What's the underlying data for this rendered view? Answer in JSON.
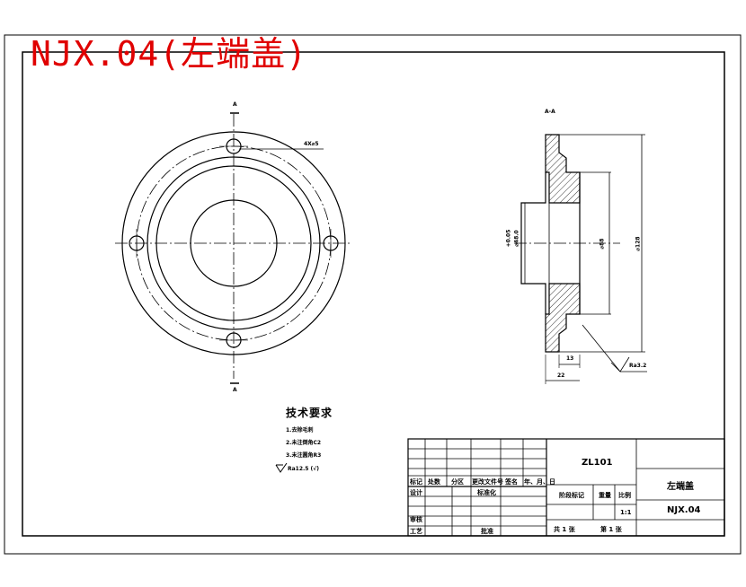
{
  "drawing_title": "NJX.04(左端盖)",
  "section_label": "A-A",
  "front_view": {
    "cut_mark_top": "A",
    "cut_mark_bottom": "A",
    "hole_callout": "4X⌀5"
  },
  "section_dims": {
    "bore": "⌀48.0",
    "bore_tol": "+0.05",
    "inner_dia": "⌀88",
    "outer_dia": "⌀128",
    "step_len": "13",
    "total_len": "22",
    "roughness": "Ra3.2"
  },
  "notes": {
    "title": "技术要求",
    "items": [
      "1.去除毛刺",
      "2.未注倒角C2",
      "3.未注圆角R3"
    ],
    "surface_finish": "Ra12.5 (√)"
  },
  "title_block": {
    "drawing_no_top": "ZL101",
    "part_name": "左端盖",
    "drawing_no": "NJX.04",
    "headers": [
      "标记",
      "处数",
      "分区",
      "更改文件号",
      "签名",
      "年、月、日"
    ],
    "design": "设计",
    "standardize": "标准化",
    "review": "审核",
    "process": "工艺",
    "approve": "批准",
    "stage_mark": "阶段标记",
    "weight": "重量",
    "scale": "比例",
    "scale_value": "1:1",
    "sheets_total": "共 1 张",
    "sheet_no": "第 1 张"
  }
}
